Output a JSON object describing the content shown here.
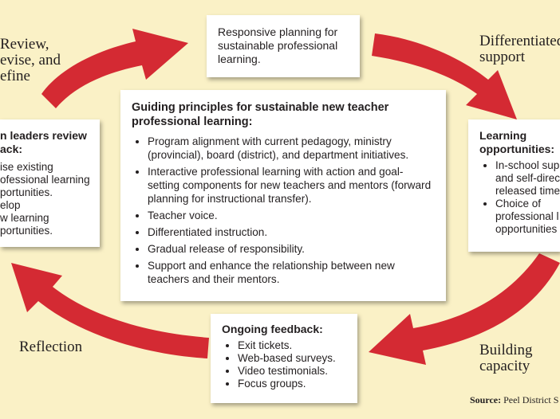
{
  "colors": {
    "background": "#faf1c6",
    "arrow": "#d42a33",
    "box": "#ffffff"
  },
  "stage_labels": {
    "review_line1": "Review,",
    "review_line2": "evise, and",
    "review_line3": "efine",
    "differentiated_line1": "Differentiated",
    "differentiated_line2": "support",
    "building_line1": "Building",
    "building_line2": "capacity",
    "reflection": "Reflection"
  },
  "top_box": {
    "text_line1": "Responsive planning for",
    "text_line2": "sustainable professional",
    "text_line3": "learning."
  },
  "center_box": {
    "title_line1": "Guiding principles for sustainable new teacher",
    "title_line2": "professional learning:",
    "items": [
      "Program alignment with current pedagogy, ministry (provincial), board (district), and department initiatives.",
      "Interactive professional learning with action and goal-setting components for new teachers and mentors (forward planning for instructional transfer).",
      "Teacher voice.",
      "Differentiated instruction.",
      "Gradual release of responsibility.",
      "Support and enhance the relationship between new teachers and their mentors."
    ]
  },
  "right_box": {
    "title_line1": "Learning",
    "title_line2": "opportunities:",
    "item1_line1": "In-school sup",
    "item1_line2": "and self-direc",
    "item1_line3": "released time",
    "item2_line1": "Choice of",
    "item2_line2": "professional l",
    "item2_line3": "opportunities"
  },
  "left_box": {
    "title_line1": "n leaders review",
    "title_line2": "ack:",
    "item1_line1": "ise existing",
    "item1_line2": "ofessional learning",
    "item1_line3": "portunities.",
    "item2_line1": "elop",
    "item2_line2": "w learning",
    "item2_line3": "portunities."
  },
  "bottom_box": {
    "title": "Ongoing feedback:",
    "items": [
      "Exit tickets.",
      "Web-based surveys.",
      "Video testimonials.",
      "Focus groups."
    ]
  },
  "source": {
    "label": "Source:",
    "text": "Peel District S"
  }
}
